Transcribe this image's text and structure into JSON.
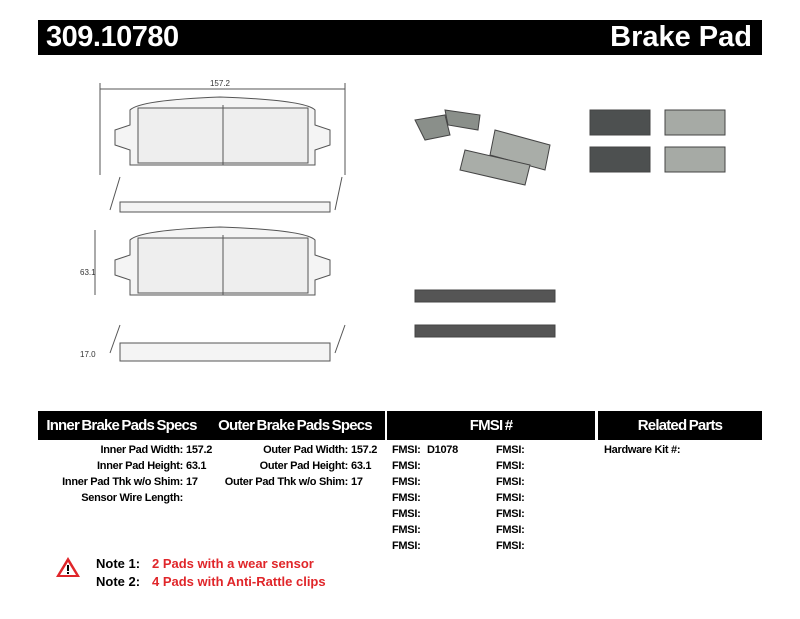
{
  "header": {
    "part_number": "309.10780",
    "title": "Brake Pad"
  },
  "drawing": {
    "width_dim": "157.2",
    "height_dim": "63.1",
    "thickness_dim": "17.0"
  },
  "inner": {
    "header": "Inner Brake Pads Specs",
    "rows": [
      {
        "label": "Inner Pad Width:",
        "value": "157.2"
      },
      {
        "label": "Inner Pad Height:",
        "value": "63.1"
      },
      {
        "label": "Inner Pad Thk w/o Shim:",
        "value": "17"
      },
      {
        "label": "Sensor Wire Length:",
        "value": ""
      }
    ]
  },
  "outer": {
    "header": "Outer Brake Pads Specs",
    "rows": [
      {
        "label": "Outer Pad Width:",
        "value": "157.2"
      },
      {
        "label": "Outer Pad Height:",
        "value": "63.1"
      },
      {
        "label": "Outer Pad Thk w/o Shim:",
        "value": "17"
      }
    ]
  },
  "fmsi": {
    "header": "FMSI #",
    "label": "FMSI:",
    "col1": [
      "D1078",
      "",
      "",
      "",
      "",
      "",
      ""
    ],
    "col2": [
      "",
      "",
      "",
      "",
      "",
      "",
      ""
    ]
  },
  "related": {
    "header": "Related Parts",
    "rows": [
      "Hardware Kit #:"
    ]
  },
  "notes": [
    {
      "label": "Note 1:",
      "text": "2 Pads with a wear sensor"
    },
    {
      "label": "Note 2:",
      "text": "4 Pads with Anti-Rattle clips"
    }
  ],
  "icons": {
    "warning": "warning-triangle-icon"
  },
  "colors": {
    "note": "#e0262a",
    "header_bg": "#000000"
  }
}
